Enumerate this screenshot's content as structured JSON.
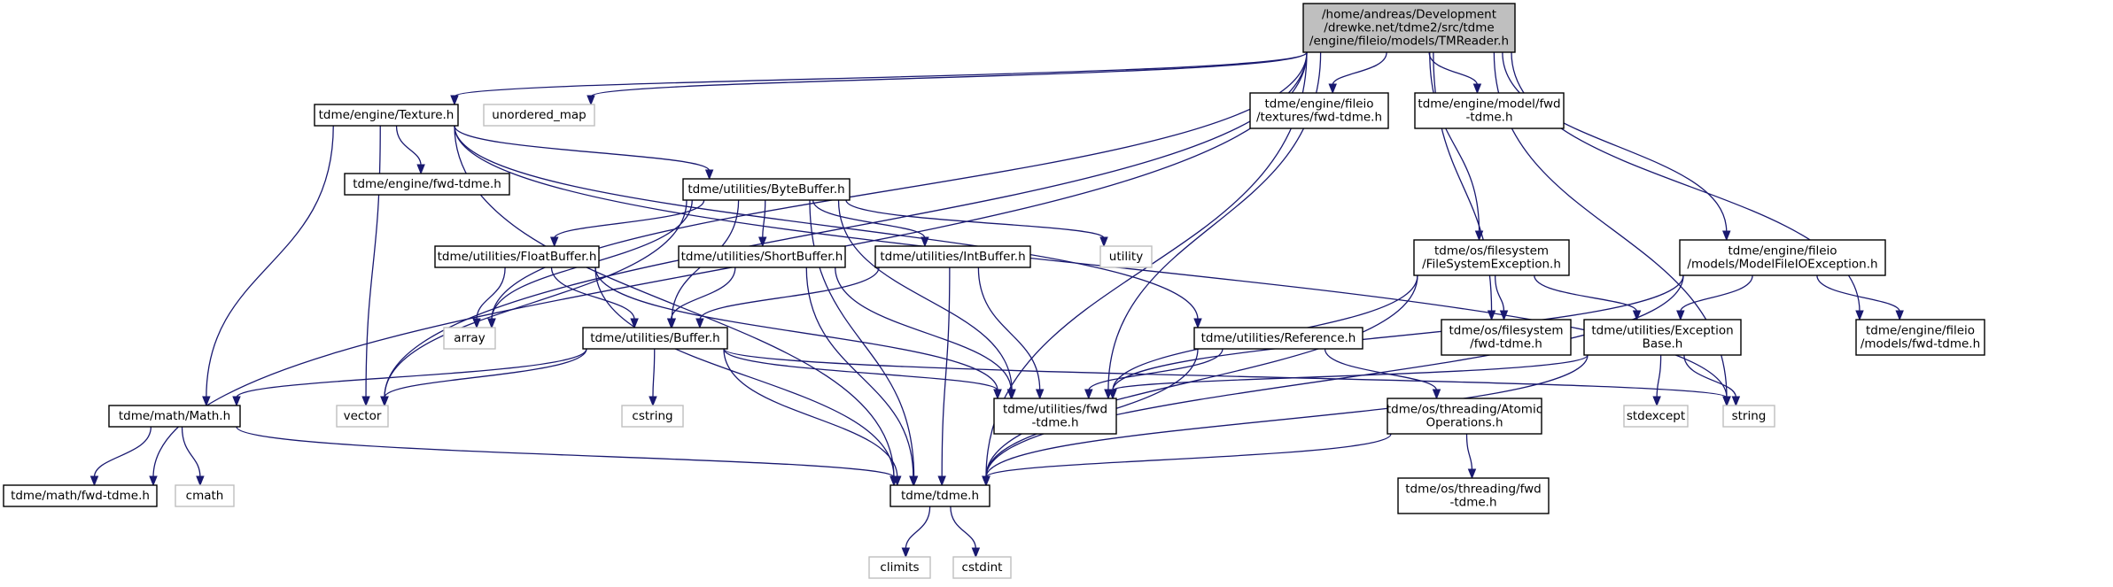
{
  "colors": {
    "edge": "#191970",
    "node_border": "#000000",
    "system_border": "#bfbfbf",
    "root_fill": "#bfbfbf",
    "text": "#000000"
  },
  "nodes": [
    {
      "id": "root",
      "lines": [
        "/home/andreas/Development",
        "/drewke.net/tdme2/src/tdme",
        "/engine/fileio/models/TMReader.h"
      ],
      "kind": "root"
    },
    {
      "id": "texture",
      "lines": [
        "tdme/engine/Texture.h"
      ],
      "kind": "file"
    },
    {
      "id": "unordered_map",
      "lines": [
        "unordered_map"
      ],
      "kind": "system"
    },
    {
      "id": "tex_fwd",
      "lines": [
        "tdme/engine/fileio",
        "/textures/fwd-tdme.h"
      ],
      "kind": "file"
    },
    {
      "id": "model_fwd",
      "lines": [
        "tdme/engine/model/fwd",
        "-tdme.h"
      ],
      "kind": "file"
    },
    {
      "id": "engine_fwd",
      "lines": [
        "tdme/engine/fwd-tdme.h"
      ],
      "kind": "file"
    },
    {
      "id": "bytebuffer",
      "lines": [
        "tdme/utilities/ByteBuffer.h"
      ],
      "kind": "file"
    },
    {
      "id": "floatbuffer",
      "lines": [
        "tdme/utilities/FloatBuffer.h"
      ],
      "kind": "file"
    },
    {
      "id": "shortbuffer",
      "lines": [
        "tdme/utilities/ShortBuffer.h"
      ],
      "kind": "file"
    },
    {
      "id": "intbuffer",
      "lines": [
        "tdme/utilities/IntBuffer.h"
      ],
      "kind": "file"
    },
    {
      "id": "utility",
      "lines": [
        "utility"
      ],
      "kind": "system"
    },
    {
      "id": "fsexc",
      "lines": [
        "tdme/os/filesystem",
        "/FileSystemException.h"
      ],
      "kind": "file"
    },
    {
      "id": "modelexc",
      "lines": [
        "tdme/engine/fileio",
        "/models/ModelFileIOException.h"
      ],
      "kind": "file"
    },
    {
      "id": "array",
      "lines": [
        "array"
      ],
      "kind": "system"
    },
    {
      "id": "buffer",
      "lines": [
        "tdme/utilities/Buffer.h"
      ],
      "kind": "file"
    },
    {
      "id": "reference",
      "lines": [
        "tdme/utilities/Reference.h"
      ],
      "kind": "file"
    },
    {
      "id": "fs_fwd",
      "lines": [
        "tdme/os/filesystem",
        "/fwd-tdme.h"
      ],
      "kind": "file"
    },
    {
      "id": "excbase",
      "lines": [
        "tdme/utilities/Exception",
        "Base.h"
      ],
      "kind": "file"
    },
    {
      "id": "models_fwd",
      "lines": [
        "tdme/engine/fileio",
        "/models/fwd-tdme.h"
      ],
      "kind": "file"
    },
    {
      "id": "math",
      "lines": [
        "tdme/math/Math.h"
      ],
      "kind": "file"
    },
    {
      "id": "vector",
      "lines": [
        "vector"
      ],
      "kind": "system"
    },
    {
      "id": "cstring",
      "lines": [
        "cstring"
      ],
      "kind": "system"
    },
    {
      "id": "util_fwd",
      "lines": [
        "tdme/utilities/fwd",
        "-tdme.h"
      ],
      "kind": "file"
    },
    {
      "id": "atomic",
      "lines": [
        "tdme/os/threading/Atomic",
        "Operations.h"
      ],
      "kind": "file"
    },
    {
      "id": "stdexcept",
      "lines": [
        "stdexcept"
      ],
      "kind": "system"
    },
    {
      "id": "string",
      "lines": [
        "string"
      ],
      "kind": "system"
    },
    {
      "id": "math_fwd",
      "lines": [
        "tdme/math/fwd-tdme.h"
      ],
      "kind": "file"
    },
    {
      "id": "cmath",
      "lines": [
        "cmath"
      ],
      "kind": "system"
    },
    {
      "id": "tdme",
      "lines": [
        "tdme/tdme.h"
      ],
      "kind": "file"
    },
    {
      "id": "threading_fwd",
      "lines": [
        "tdme/os/threading/fwd",
        "-tdme.h"
      ],
      "kind": "file"
    },
    {
      "id": "climits",
      "lines": [
        "climits"
      ],
      "kind": "system"
    },
    {
      "id": "cstdint",
      "lines": [
        "cstdint"
      ],
      "kind": "system"
    }
  ],
  "edges": [
    [
      "root",
      "texture"
    ],
    [
      "root",
      "unordered_map"
    ],
    [
      "root",
      "tex_fwd"
    ],
    [
      "root",
      "model_fwd"
    ],
    [
      "root",
      "fsexc"
    ],
    [
      "root",
      "modelexc"
    ],
    [
      "root",
      "models_fwd"
    ],
    [
      "root",
      "fs_fwd"
    ],
    [
      "root",
      "util_fwd"
    ],
    [
      "root",
      "array"
    ],
    [
      "root",
      "vector"
    ],
    [
      "root",
      "math_fwd"
    ],
    [
      "root",
      "string"
    ],
    [
      "root",
      "tdme"
    ],
    [
      "texture",
      "engine_fwd"
    ],
    [
      "texture",
      "bytebuffer"
    ],
    [
      "texture",
      "math"
    ],
    [
      "texture",
      "vector"
    ],
    [
      "texture",
      "tdme"
    ],
    [
      "texture",
      "reference"
    ],
    [
      "texture",
      "string"
    ],
    [
      "bytebuffer",
      "floatbuffer"
    ],
    [
      "bytebuffer",
      "shortbuffer"
    ],
    [
      "bytebuffer",
      "intbuffer"
    ],
    [
      "bytebuffer",
      "utility"
    ],
    [
      "bytebuffer",
      "buffer"
    ],
    [
      "bytebuffer",
      "util_fwd"
    ],
    [
      "bytebuffer",
      "tdme"
    ],
    [
      "bytebuffer",
      "array"
    ],
    [
      "bytebuffer",
      "vector"
    ],
    [
      "floatbuffer",
      "array"
    ],
    [
      "floatbuffer",
      "buffer"
    ],
    [
      "floatbuffer",
      "util_fwd"
    ],
    [
      "floatbuffer",
      "tdme"
    ],
    [
      "shortbuffer",
      "buffer"
    ],
    [
      "shortbuffer",
      "util_fwd"
    ],
    [
      "shortbuffer",
      "tdme"
    ],
    [
      "intbuffer",
      "buffer"
    ],
    [
      "intbuffer",
      "util_fwd"
    ],
    [
      "intbuffer",
      "tdme"
    ],
    [
      "buffer",
      "math"
    ],
    [
      "buffer",
      "vector"
    ],
    [
      "buffer",
      "cstring"
    ],
    [
      "buffer",
      "util_fwd"
    ],
    [
      "buffer",
      "tdme"
    ],
    [
      "buffer",
      "string"
    ],
    [
      "fsexc",
      "fs_fwd"
    ],
    [
      "fsexc",
      "excbase"
    ],
    [
      "fsexc",
      "util_fwd"
    ],
    [
      "fsexc",
      "tdme"
    ],
    [
      "modelexc",
      "excbase"
    ],
    [
      "modelexc",
      "models_fwd"
    ],
    [
      "modelexc",
      "util_fwd"
    ],
    [
      "modelexc",
      "tdme"
    ],
    [
      "excbase",
      "util_fwd"
    ],
    [
      "excbase",
      "stdexcept"
    ],
    [
      "excbase",
      "string"
    ],
    [
      "excbase",
      "tdme"
    ],
    [
      "reference",
      "util_fwd"
    ],
    [
      "reference",
      "atomic"
    ],
    [
      "reference",
      "tdme"
    ],
    [
      "atomic",
      "threading_fwd"
    ],
    [
      "atomic",
      "tdme"
    ],
    [
      "math",
      "math_fwd"
    ],
    [
      "math",
      "cmath"
    ],
    [
      "math",
      "tdme"
    ],
    [
      "tdme",
      "climits"
    ],
    [
      "tdme",
      "cstdint"
    ]
  ]
}
